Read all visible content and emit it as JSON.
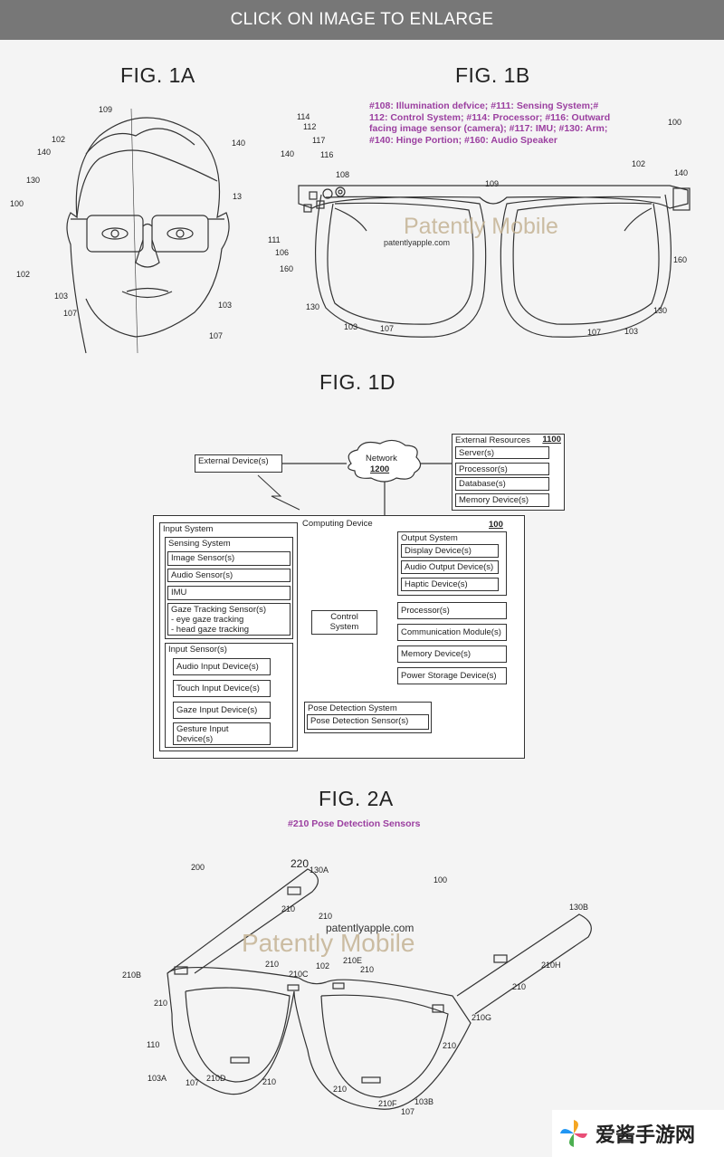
{
  "header": {
    "label": "CLICK ON IMAGE TO ENLARGE"
  },
  "fig1a": {
    "title": "FIG. 1A",
    "labels": [
      "109",
      "102",
      "140",
      "130",
      "100",
      "140",
      "13",
      "102",
      "103",
      "107",
      "103",
      "107"
    ]
  },
  "fig1b": {
    "title": "FIG. 1B",
    "note": [
      "#108: Illumination defvice; #111: Sensing System;#",
      "112: Control System; #114: Processor; #116: Outward",
      "facing image sensor (camera); #117: IMU; #130: Arm;",
      "#140: Hinge Portion; #160: Audio Speaker"
    ],
    "watermark": "Patently Mobile",
    "watermark_url": "patentlyapple.com",
    "labels": [
      "114",
      "112",
      "117",
      "116",
      "140",
      "108",
      "109",
      "102",
      "140",
      "100",
      "111",
      "106",
      "160",
      "130",
      "103",
      "107",
      "160",
      "130",
      "107",
      "103"
    ]
  },
  "fig1d": {
    "title": "FIG. 1D",
    "external_device": "External Device(s)",
    "network": {
      "label": "Network",
      "number": "1200"
    },
    "external_resources": {
      "title": "External Resources",
      "number": "1100",
      "items": [
        "Server(s)",
        "Processor(s)",
        "Database(s)",
        "Memory Device(s)"
      ]
    },
    "computing_device": {
      "title": "Computing Device",
      "number": "100"
    },
    "input_system": {
      "title": "Input System",
      "sensing_system": {
        "title": "Sensing System",
        "items": [
          "Image Sensor(s)",
          "Audio Sensor(s)",
          "IMU"
        ],
        "gaze": [
          "Gaze Tracking Sensor(s)",
          "- eye gaze tracking",
          "- head gaze tracking"
        ]
      },
      "input_sensors": {
        "title": "Input Sensor(s)",
        "items": [
          "Audio Input Device(s)",
          "Touch Input Device(s)",
          "Gaze Input Device(s)"
        ],
        "gesture": [
          "Gesture Input",
          "Device(s)"
        ]
      }
    },
    "control_system": [
      "Control",
      "System"
    ],
    "output_system": {
      "title": "Output System",
      "items": [
        "Display Device(s)",
        "Audio Output Device(s)",
        "Haptic Device(s)"
      ]
    },
    "modules": [
      "Processor(s)",
      "Communication Module(s)",
      "Memory Device(s)",
      "Power Storage Device(s)"
    ],
    "pose": {
      "title": "Pose Detection System",
      "sensor": "Pose Detection Sensor(s)"
    }
  },
  "fig2a": {
    "title": "FIG. 2A",
    "note": "#210 Pose Detection Sensors",
    "watermark": "Patently Mobile",
    "watermark_url": "patentlyapple.com",
    "labels": [
      "200",
      "220",
      "130A",
      "210",
      "210",
      "100",
      "130B",
      "210H",
      "210",
      "210B",
      "210",
      "210",
      "210C",
      "102",
      "210E",
      "210",
      "210G",
      "210",
      "110",
      "103A",
      "107",
      "210D",
      "210",
      "210",
      "210F",
      "107",
      "103B"
    ]
  },
  "site_logo": {
    "text": "爱酱手游网"
  }
}
